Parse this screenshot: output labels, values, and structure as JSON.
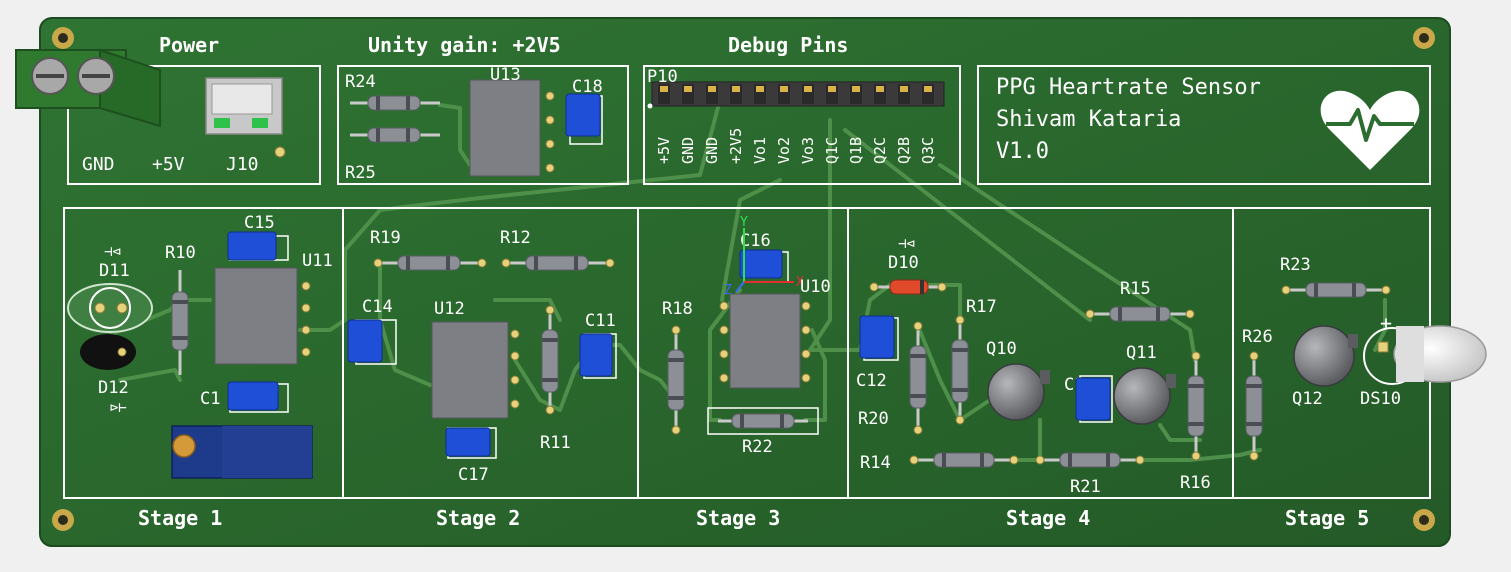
{
  "colors": {
    "board": "#2c6e2f",
    "silkscreen": "#ffffff",
    "trace": "#4e8f4a",
    "capacitor": "#1f4fd6",
    "resistor": "#8c8f96",
    "chip": "#7d7f84",
    "pad": "#e6d27a"
  },
  "sections": {
    "power": "Power",
    "unity_gain": "Unity gain: +2V5",
    "debug_pins": "Debug Pins",
    "stage1": "Stage 1",
    "stage2": "Stage 2",
    "stage3": "Stage 3",
    "stage4": "Stage 4",
    "stage5": "Stage 5"
  },
  "title_block": {
    "line1": "PPG Heartrate Sensor",
    "line2": "Shivam Kataria",
    "line3": "V1.0",
    "logo_icon": "heart-pulse-icon"
  },
  "power_labels": {
    "gnd": "GND",
    "v5": "+5V",
    "jack": "J10"
  },
  "debug_header": {
    "ref": "P10",
    "pins": [
      "+5V",
      "GND",
      "GND",
      "+2V5",
      "Vo1",
      "Vo2",
      "Vo3",
      "Q1C",
      "Q1B",
      "Q2C",
      "Q2B",
      "Q3C"
    ]
  },
  "refdes": {
    "R24": "R24",
    "R25": "R25",
    "U13": "U13",
    "C18": "C18",
    "D11": "D11",
    "D12": "D12",
    "R10": "R10",
    "C15": "C15",
    "U11": "U11",
    "C1": "C1",
    "R19": "R19",
    "R12": "R12",
    "C14": "C14",
    "U12": "U12",
    "C11": "C11",
    "R11": "R11",
    "C17": "C17",
    "R18": "R18",
    "C16": "C16",
    "U10": "U10",
    "R22": "R22",
    "D10": "D10",
    "R15": "R15",
    "R17": "R17",
    "C12": "C12",
    "Q10": "Q10",
    "C13": "C13",
    "Q11": "Q11",
    "R20": "R20",
    "R14": "R14",
    "R21": "R21",
    "R16": "R16",
    "R23": "R23",
    "R26": "R26",
    "Q12": "Q12",
    "DS10": "DS10"
  },
  "axis_labels": {
    "x": "X",
    "y": "Y",
    "z": "Z"
  }
}
